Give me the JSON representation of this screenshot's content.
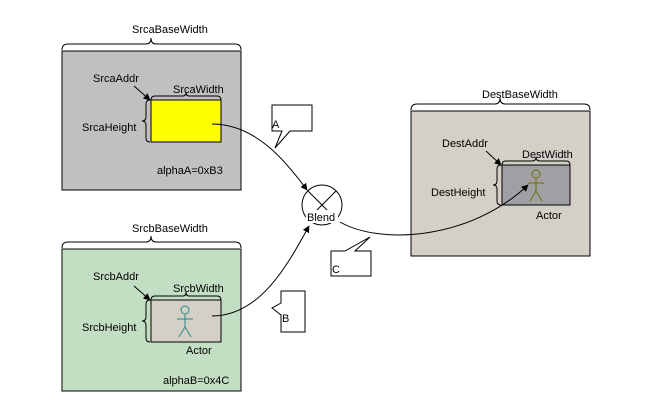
{
  "srca": {
    "base_width": "SrcaBaseWidth",
    "addr": "SrcaAddr",
    "width": "SrcaWidth",
    "height": "SrcaHeight",
    "alpha": "alphaA=0xB3",
    "fill_color": "#c0c0c0",
    "region_color": "#ffff00"
  },
  "srcb": {
    "base_width": "SrcbBaseWidth",
    "addr": "SrcbAddr",
    "width": "SrcbWidth",
    "height": "SrcbHeight",
    "alpha": "alphaB=0x4C",
    "actor": "Actor",
    "fill_color": "#c3dfc3",
    "region_color": "#d4d0c8"
  },
  "dest": {
    "base_width": "DestBaseWidth",
    "addr": "DestAddr",
    "width": "DestWidth",
    "height": "DestHeight",
    "actor": "Actor",
    "fill_color": "#d4d0c8",
    "region_color": "#a0a0a4"
  },
  "blend": {
    "label": "Blend"
  },
  "callouts": {
    "a": "A",
    "b": "B",
    "c": "C"
  }
}
